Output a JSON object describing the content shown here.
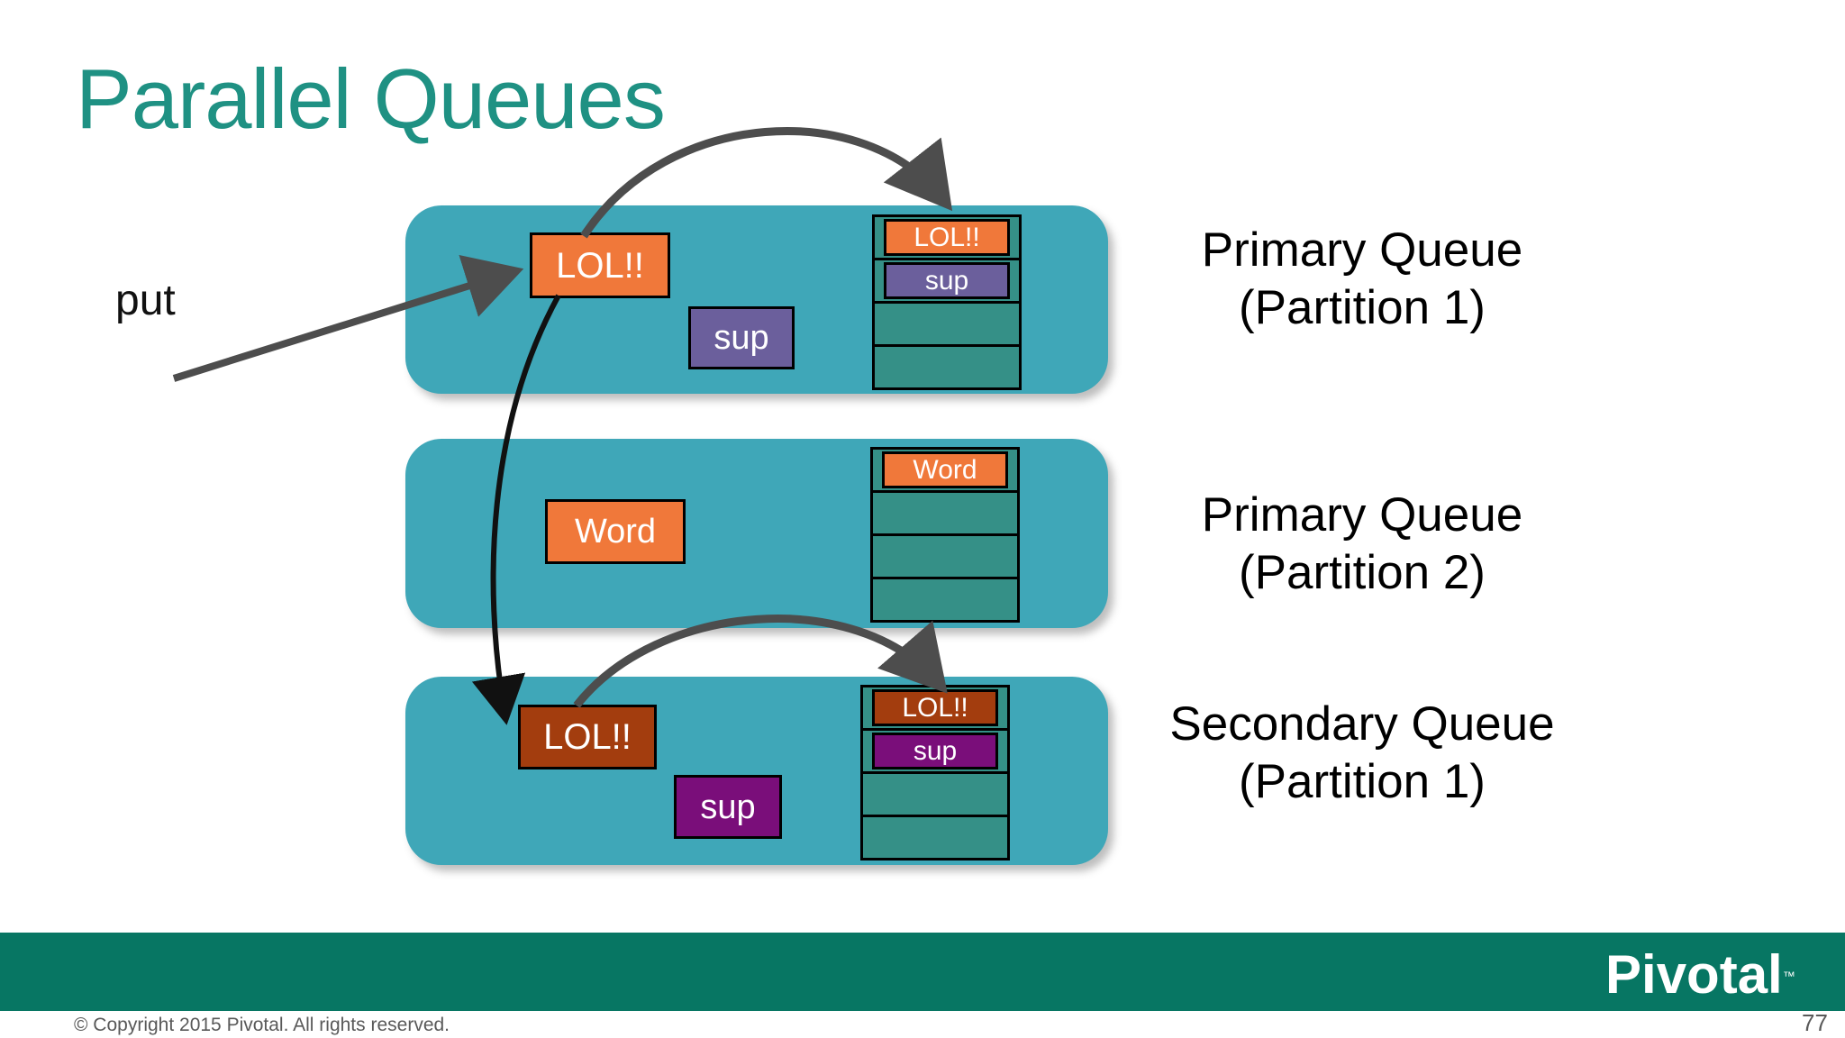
{
  "slide": {
    "title": "Parallel Queues",
    "put_label": "put",
    "footer": {
      "logo_text": "Pivotal",
      "logo_tm": "™",
      "copyright": "© Copyright 2015 Pivotal. All rights reserved.",
      "page_number": "77"
    }
  },
  "colors": {
    "title_teal": "#1F9183",
    "footer_bar_green": "#077663",
    "queue_fill_teal": "#3FA7B8",
    "stack_cell_green": "#359087",
    "message_orange": "#F0783A",
    "message_slate_purple": "#6B5F9C",
    "message_brown": "#A33D0E",
    "message_dark_purple": "#7A0E7A",
    "arrow_gray": "#4D4D4D",
    "arrow_black": "#111111"
  },
  "queues": [
    {
      "name": "primary-partition-1",
      "label_line1": "Primary Queue",
      "label_line2": "(Partition 1)",
      "floating_boxes": [
        {
          "text": "LOL!!",
          "color_role": "message_orange"
        },
        {
          "text": "sup",
          "color_role": "message_slate_purple"
        }
      ],
      "stack_cells": [
        {
          "text": "LOL!!",
          "color_role": "message_orange"
        },
        {
          "text": "sup",
          "color_role": "message_slate_purple"
        },
        {
          "text": "",
          "color_role": "empty"
        },
        {
          "text": "",
          "color_role": "empty"
        }
      ]
    },
    {
      "name": "primary-partition-2",
      "label_line1": "Primary Queue",
      "label_line2": "(Partition 2)",
      "floating_boxes": [
        {
          "text": "Word",
          "color_role": "message_orange"
        }
      ],
      "stack_cells": [
        {
          "text": "Word",
          "color_role": "message_orange"
        },
        {
          "text": "",
          "color_role": "empty"
        },
        {
          "text": "",
          "color_role": "empty"
        },
        {
          "text": "",
          "color_role": "empty"
        }
      ]
    },
    {
      "name": "secondary-partition-1",
      "label_line1": "Secondary Queue",
      "label_line2": "(Partition 1)",
      "floating_boxes": [
        {
          "text": "LOL!!",
          "color_role": "message_brown"
        },
        {
          "text": "sup",
          "color_role": "message_dark_purple"
        }
      ],
      "stack_cells": [
        {
          "text": "LOL!!",
          "color_role": "message_brown"
        },
        {
          "text": "sup",
          "color_role": "message_dark_purple"
        },
        {
          "text": "",
          "color_role": "empty"
        },
        {
          "text": "",
          "color_role": "empty"
        }
      ]
    }
  ]
}
